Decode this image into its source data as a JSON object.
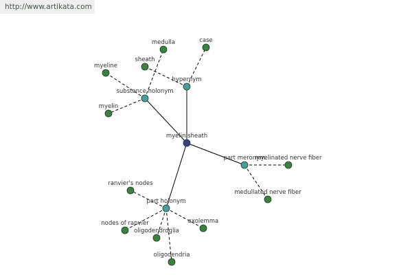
{
  "header": {
    "url": "http://www.artikata.com"
  },
  "colors": {
    "center": "#3d3d8c",
    "relation": "#4f9a9a",
    "leaf": "#3f7f3f",
    "url_bar": "#efefef"
  },
  "graph": {
    "nodes": [
      {
        "id": "myelin-sheath",
        "label": "myelin sheath",
        "kind": "center"
      },
      {
        "id": "hypernym",
        "label": "hypernym",
        "kind": "relation"
      },
      {
        "id": "substance-holonym",
        "label": "substance holonym",
        "kind": "relation"
      },
      {
        "id": "part-meronym",
        "label": "part meronym",
        "kind": "relation"
      },
      {
        "id": "part-holonym",
        "label": "part holonym",
        "kind": "relation"
      },
      {
        "id": "case",
        "label": "case",
        "kind": "leaf"
      },
      {
        "id": "sheath",
        "label": "sheath",
        "kind": "leaf"
      },
      {
        "id": "medulla",
        "label": "medulla",
        "kind": "leaf"
      },
      {
        "id": "myeline",
        "label": "myeline",
        "kind": "leaf"
      },
      {
        "id": "myelin",
        "label": "myelin",
        "kind": "leaf"
      },
      {
        "id": "myelinated-nerve-fiber",
        "label": "myelinated nerve fiber",
        "kind": "leaf"
      },
      {
        "id": "medullated-nerve-fiber",
        "label": "medullated nerve fiber",
        "kind": "leaf"
      },
      {
        "id": "ranviers-nodes",
        "label": "ranvier's nodes",
        "kind": "leaf"
      },
      {
        "id": "nodes-of-ranvier",
        "label": "nodes of ranvier",
        "kind": "leaf"
      },
      {
        "id": "oligodendroglia",
        "label": "oligodendroglia",
        "kind": "leaf"
      },
      {
        "id": "oligodendria",
        "label": "oligodendria",
        "kind": "leaf"
      },
      {
        "id": "axolemma",
        "label": "axolemma",
        "kind": "leaf"
      }
    ],
    "edges": [
      {
        "from": "myelin-sheath",
        "to": "hypernym",
        "style": "solid"
      },
      {
        "from": "myelin-sheath",
        "to": "substance-holonym",
        "style": "solid"
      },
      {
        "from": "myelin-sheath",
        "to": "part-meronym",
        "style": "solid"
      },
      {
        "from": "myelin-sheath",
        "to": "part-holonym",
        "style": "solid"
      },
      {
        "from": "hypernym",
        "to": "case",
        "style": "dashed"
      },
      {
        "from": "hypernym",
        "to": "sheath",
        "style": "dashed"
      },
      {
        "from": "substance-holonym",
        "to": "medulla",
        "style": "dashed"
      },
      {
        "from": "substance-holonym",
        "to": "myeline",
        "style": "dashed"
      },
      {
        "from": "substance-holonym",
        "to": "myelin",
        "style": "dashed"
      },
      {
        "from": "part-meronym",
        "to": "myelinated-nerve-fiber",
        "style": "dashed"
      },
      {
        "from": "part-meronym",
        "to": "medullated-nerve-fiber",
        "style": "dashed"
      },
      {
        "from": "part-holonym",
        "to": "ranviers-nodes",
        "style": "dashed"
      },
      {
        "from": "part-holonym",
        "to": "nodes-of-ranvier",
        "style": "dashed"
      },
      {
        "from": "part-holonym",
        "to": "oligodendroglia",
        "style": "dashed"
      },
      {
        "from": "part-holonym",
        "to": "oligodendria",
        "style": "dashed"
      },
      {
        "from": "part-holonym",
        "to": "axolemma",
        "style": "dashed"
      }
    ]
  }
}
